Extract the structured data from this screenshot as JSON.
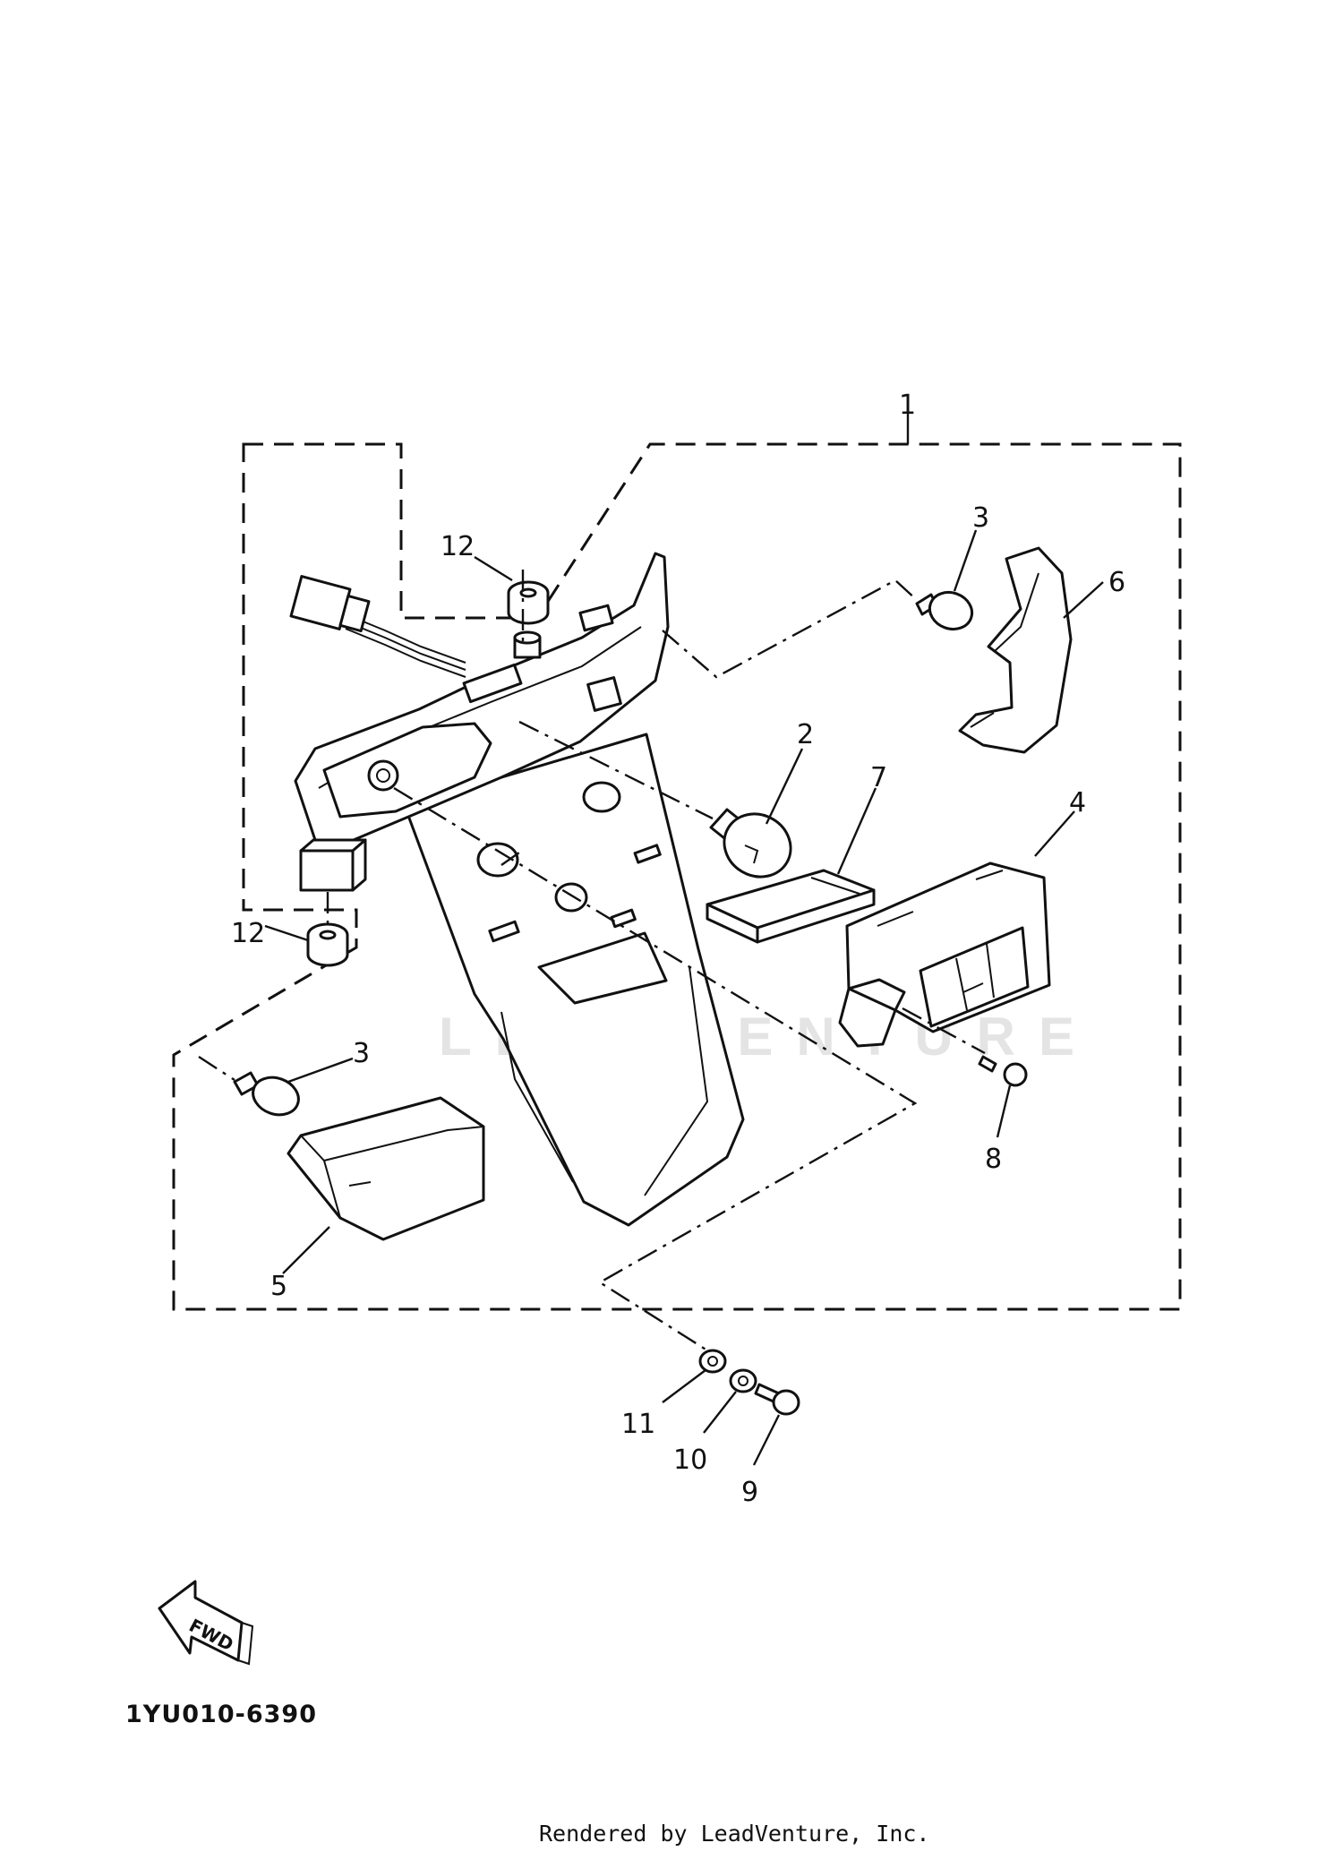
{
  "diagram": {
    "callouts": {
      "c1": "1",
      "c2": "2",
      "c3a": "3",
      "c3b": "3",
      "c4": "4",
      "c5": "5",
      "c6": "6",
      "c7": "7",
      "c8": "8",
      "c9": "9",
      "c10": "10",
      "c11": "11",
      "c12a": "12",
      "c12b": "12"
    },
    "direction_badge": "FWD",
    "diagram_code": "1YU010-6390",
    "watermark": "LEADVENTURE"
  },
  "footer": {
    "rendered_by": "Rendered by LeadVenture, Inc."
  }
}
